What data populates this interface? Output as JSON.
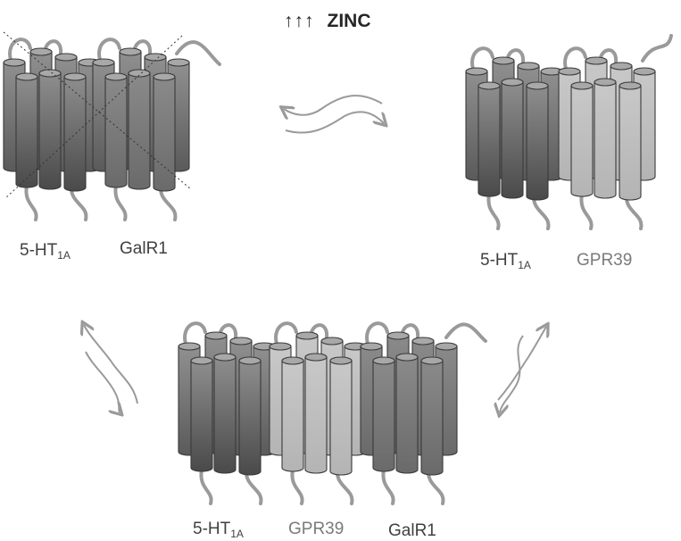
{
  "header": {
    "arrows": "↑↑↑",
    "label": "ZINC"
  },
  "complexes": [
    {
      "id": "top-left",
      "labels": [
        {
          "main": "5-HT",
          "sub": "1A"
        },
        {
          "main": "GalR1",
          "sub": ""
        }
      ]
    },
    {
      "id": "top-right",
      "labels": [
        {
          "main": "5-HT",
          "sub": "1A"
        },
        {
          "main": "GPR39",
          "sub": ""
        }
      ]
    },
    {
      "id": "bottom",
      "labels": [
        {
          "main": "5-HT",
          "sub": "1A"
        },
        {
          "main": "GPR39",
          "sub": ""
        },
        {
          "main": "GalR1",
          "sub": ""
        }
      ]
    }
  ],
  "colors": {
    "ht1a_top": "#8a8a8a",
    "ht1a_bottom": "#4a4a4a",
    "galr1_top": "#858585",
    "galr1_bottom": "#5e5e5e",
    "gpr39": "#bdbdbd",
    "loop": "#9a9a9a",
    "arrow": "#9a9a9a"
  }
}
